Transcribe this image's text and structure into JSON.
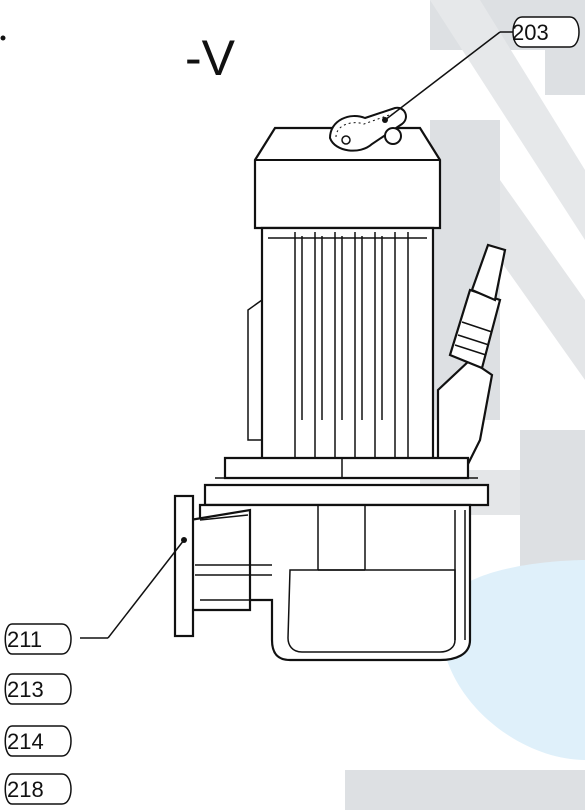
{
  "title": "-V",
  "callouts": {
    "top": "203",
    "list": [
      "211",
      "213",
      "214",
      "218"
    ]
  },
  "colors": {
    "watermark_gray": "#dde0e3",
    "watermark_blue": "#dff0fa",
    "line": "#111111"
  }
}
